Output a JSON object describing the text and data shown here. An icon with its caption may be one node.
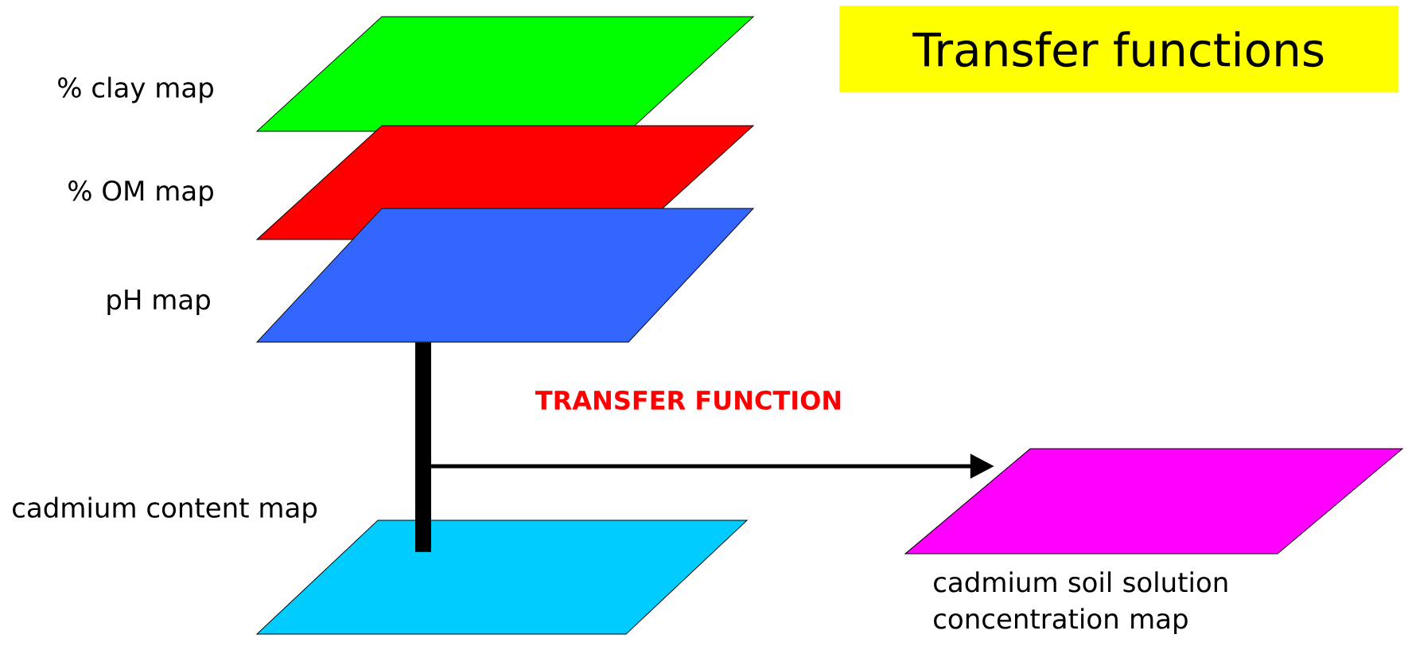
{
  "diagram": {
    "title": "Transfer functions",
    "nodes": [
      {
        "text": [
          "% clay map"
        ]
      },
      {
        "text": [
          "% OM map"
        ]
      },
      {
        "text": [
          "pH map"
        ]
      },
      {
        "text": [
          "cadmium content map"
        ]
      },
      {
        "text": [
          "cadmium soil solution concentration map"
        ]
      }
    ],
    "edges": [
      {
        "from": 2,
        "to": 3,
        "arrow": "none",
        "style": "thick"
      },
      {
        "from": null,
        "to": 4,
        "arrow": "to",
        "label": "TRANSFER FUNCTION"
      }
    ]
  }
}
